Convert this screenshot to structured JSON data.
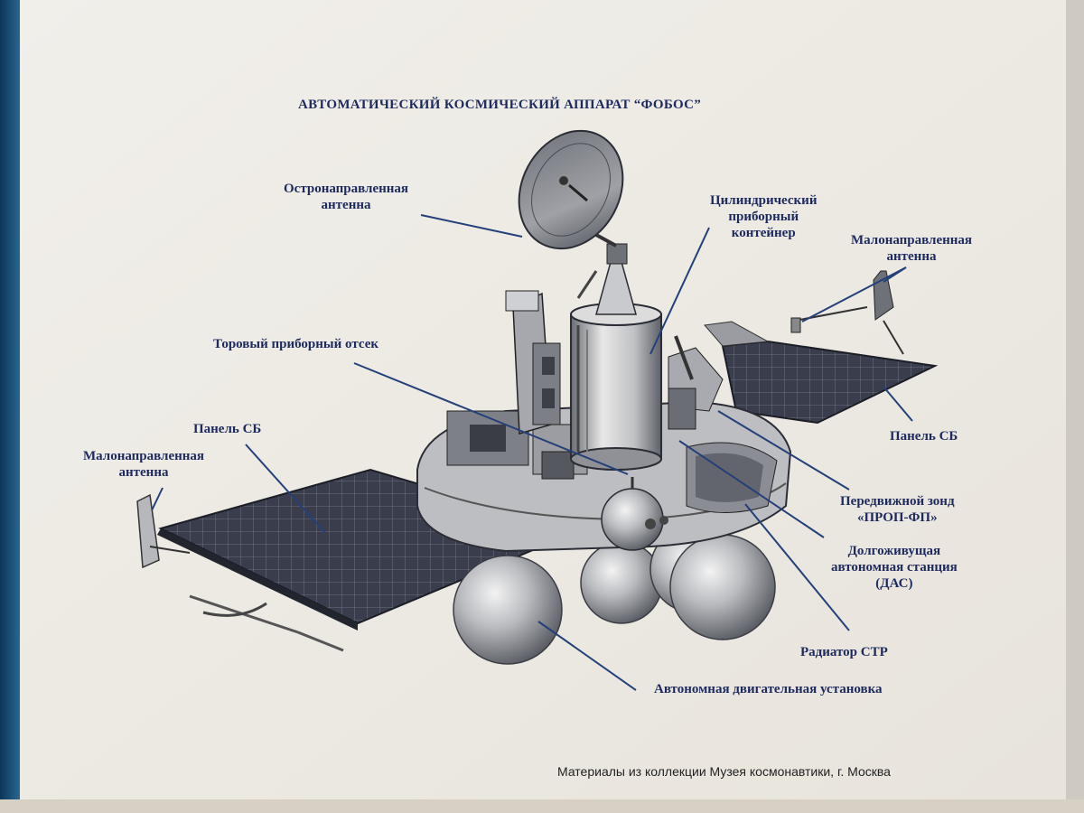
{
  "title": "АВТОМАТИЧЕСКИЙ КОСМИЧЕСКИЙ АППАРАТ “ФОБОС”",
  "labels": {
    "high_gain_antenna": [
      "Остронаправленная",
      "антенна"
    ],
    "cylindrical_container": [
      "Цилиндрический",
      "приборный",
      "контейнер"
    ],
    "low_gain_antenna_right": [
      "Малонаправленная",
      "антенна"
    ],
    "toroidal_compartment": [
      "Торовый приборный отсек"
    ],
    "solar_panel_left": [
      "Панель СБ"
    ],
    "low_gain_antenna_left": [
      "Малонаправленная",
      "антенна"
    ],
    "solar_panel_right": [
      "Панель СБ"
    ],
    "mobile_probe": [
      "Передвижной зонд",
      "«ПРОП-ФП»"
    ],
    "long_lived_station": [
      "Долгоживущая",
      "автономная станция",
      "(ДАС)"
    ],
    "radiator": [
      "Радиатор СТР"
    ],
    "propulsion": [
      "Автономная двигательная установка"
    ]
  },
  "credit": "Материалы из коллекции Музея космонавтики, г. Москва",
  "colors": {
    "label_text": "#1d2a5e",
    "leader_line": "#23407a",
    "board": "#efece6",
    "drawing_dark": "#2e3342",
    "drawing_mid": "#8d8f96",
    "drawing_light": "#d9d8d6"
  }
}
